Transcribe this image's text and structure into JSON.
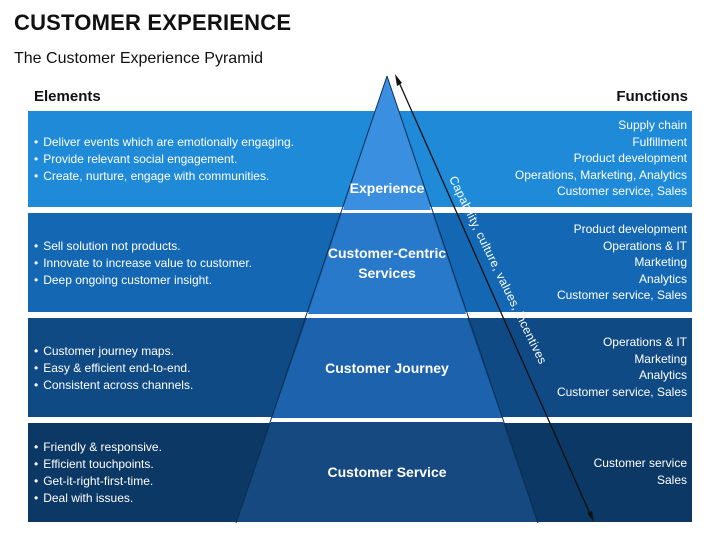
{
  "title": "CUSTOMER EXPERIENCE",
  "subtitle": "The Customer Experience Pyramid",
  "headers": {
    "elements": "Elements",
    "functions": "Functions"
  },
  "arrow_label": "Capability, culture, values, incentives",
  "colors": {
    "band_1": "#1f8ad8",
    "band_2": "#1468b3",
    "band_3": "#0f4a84",
    "band_4": "#0b3865",
    "pyramid_1": "#3b8fe0",
    "pyramid_2": "#2979cb",
    "pyramid_3": "#1d62ac",
    "pyramid_4": "#15497f"
  },
  "levels": [
    {
      "name": "Experience",
      "elements": [
        "Deliver events which are emotionally engaging.",
        "Provide relevant social engagement.",
        "Create, nurture, engage with communities."
      ],
      "functions": [
        "Supply chain",
        "Fulfillment",
        "Product development",
        "Operations, Marketing, Analytics",
        "Customer service, Sales"
      ]
    },
    {
      "name_line1": "Customer-Centric",
      "name_line2": "Services",
      "elements": [
        "Sell solution not products.",
        "Innovate to increase value to customer.",
        "Deep ongoing customer insight."
      ],
      "functions": [
        "Product development",
        "Operations & IT",
        "Marketing",
        "Analytics",
        "Customer service, Sales"
      ]
    },
    {
      "name": "Customer Journey",
      "elements": [
        "Customer journey maps.",
        "Easy & efficient end-to-end.",
        "Consistent across channels."
      ],
      "functions": [
        "Operations & IT",
        "Marketing",
        "Analytics",
        "Customer service, Sales"
      ]
    },
    {
      "name": "Customer Service",
      "elements": [
        "Friendly & responsive.",
        "Efficient touchpoints.",
        "Get-it-right-first-time.",
        "Deal with issues."
      ],
      "functions": [
        "Customer service",
        "Sales"
      ]
    }
  ]
}
